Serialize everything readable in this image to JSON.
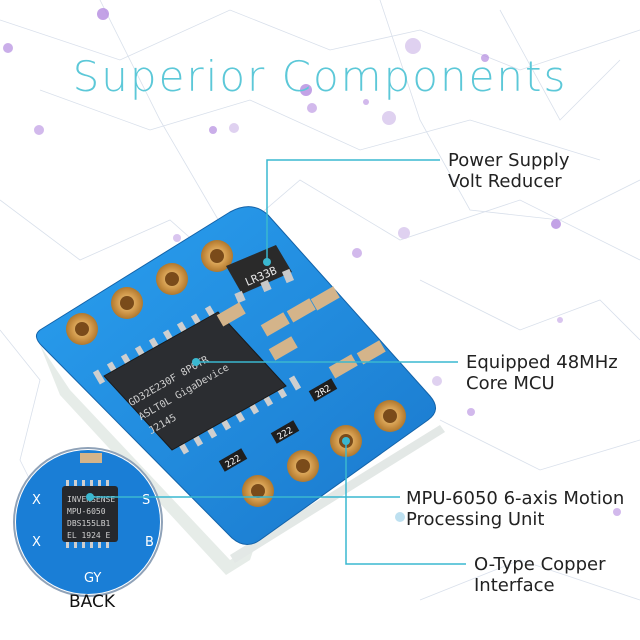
{
  "title": "Superior Components",
  "colors": {
    "title": "#5cc8d8",
    "board": "#1e90e0",
    "board_dark": "#1567b0",
    "pad": "#d8a55a",
    "callout_line": "#3ab8d0",
    "leader_line": "#555555"
  },
  "callouts": [
    {
      "line1": "Power Supply",
      "line2": "Volt Reducer"
    },
    {
      "line1": "Equipped 48MHz",
      "line2": "Core MCU"
    },
    {
      "line1": "MPU-6050 6-axis Motion",
      "line2": "Processing Unit"
    },
    {
      "line1": "O-Type Copper",
      "line2": "Interface"
    }
  ],
  "board_text": {
    "regulator": "LR33B",
    "mcu_line1": "GD32E230F 8P6TR",
    "mcu_line2": "ASLT0L  GigaDevice",
    "mcu_line3": "J2145",
    "resistor1": "2R2",
    "resistor2": "222",
    "resistor3": "222"
  },
  "back_view": {
    "label": "BACK",
    "chip_line1": "INVENSENSE",
    "chip_line2": "MPU-6050",
    "chip_line3": "DBS155LB1",
    "chip_line4": "EL  1924 E",
    "pin_x1": "X",
    "pin_x2": "X",
    "pin_s": "S",
    "pin_b": "B",
    "pin_gy": "GY"
  }
}
